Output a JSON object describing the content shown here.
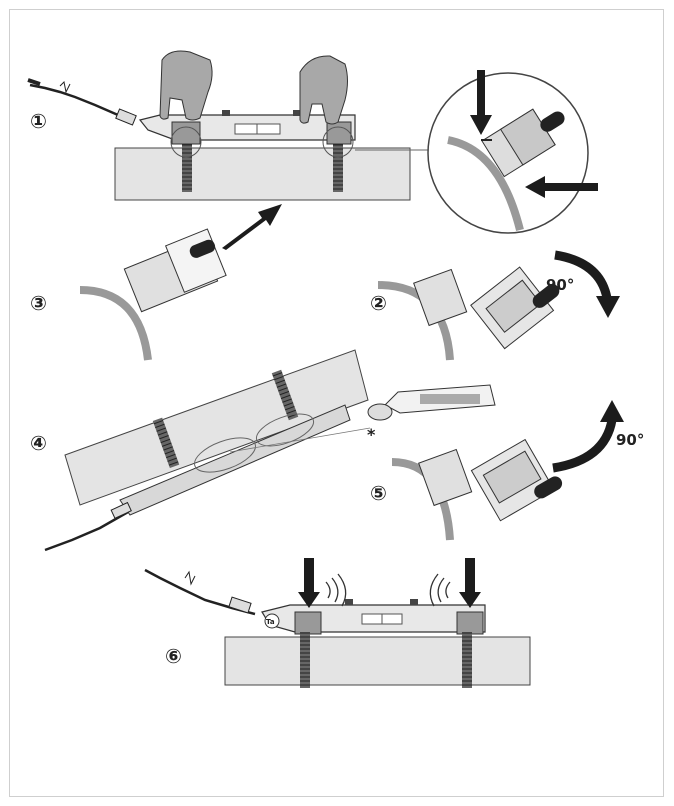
{
  "steps": [
    {
      "label": "①"
    },
    {
      "label": "②"
    },
    {
      "label": "③"
    },
    {
      "label": "④"
    },
    {
      "label": "⑤"
    },
    {
      "label": "⑥"
    }
  ],
  "rotation": {
    "top": "90°",
    "bottom": "90°"
  },
  "coupling_marker": "*",
  "sensor_badge": "Ta",
  "icons": [
    "hand-icon",
    "arrow-icon",
    "rotate-arrow-icon",
    "sound-wave-icon",
    "strap-icon",
    "cable-icon"
  ],
  "colors": {
    "pipe": "#e4e4e4",
    "stroke": "#333333",
    "arrow": "#1c1c1c",
    "frame": "#cfcfcf"
  }
}
